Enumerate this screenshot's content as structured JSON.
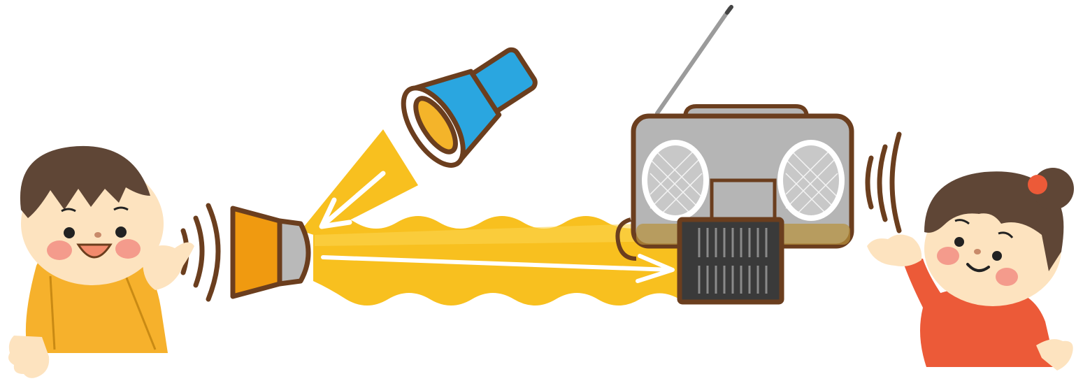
{
  "scene": {
    "background": "#ffffff",
    "colors": {
      "outline": "#6b3e1e",
      "beam": "#f8c01f",
      "beam_light": "#fbd44f",
      "boy_hair": "#5f4636",
      "boy_shirt": "#f6b12c",
      "skin": "#fde3bf",
      "cheek": "#f49b8c",
      "girl_dress": "#ec5a38",
      "hair_bow": "#ec5a38",
      "flashlight_body": "#2aa6e0",
      "flashlight_lens": "#f4b42a",
      "radio_body": "#b5b5b5",
      "speaker_grill": "#c8c8c8",
      "solar_panel": "#3a3a3a",
      "megaphone_front": "#f09a10",
      "megaphone_back": "#b9b9b9",
      "arrow": "#ffffff"
    },
    "icons": [
      "boy-character",
      "girl-character",
      "sound-waves",
      "megaphone",
      "flashlight",
      "radio-cassette",
      "solar-panel",
      "light-beam",
      "arrow"
    ]
  }
}
